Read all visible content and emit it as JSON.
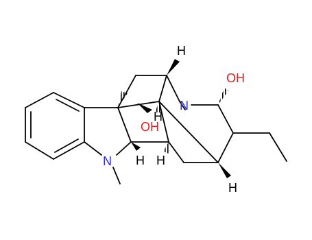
{
  "molecule": {
    "labels": {
      "n_ring": "N",
      "n_indoline": "N",
      "oh_right": "OH",
      "oh_center": "OH",
      "h_top": "H",
      "h_center": "H",
      "h_left": "H",
      "h_middle": "H",
      "h_bottom": "H"
    },
    "colors": {
      "bond": "#000000",
      "hydrogen": "#000000",
      "nitrogen": "#2b2bd6",
      "oxygen": "#e0201c"
    }
  }
}
